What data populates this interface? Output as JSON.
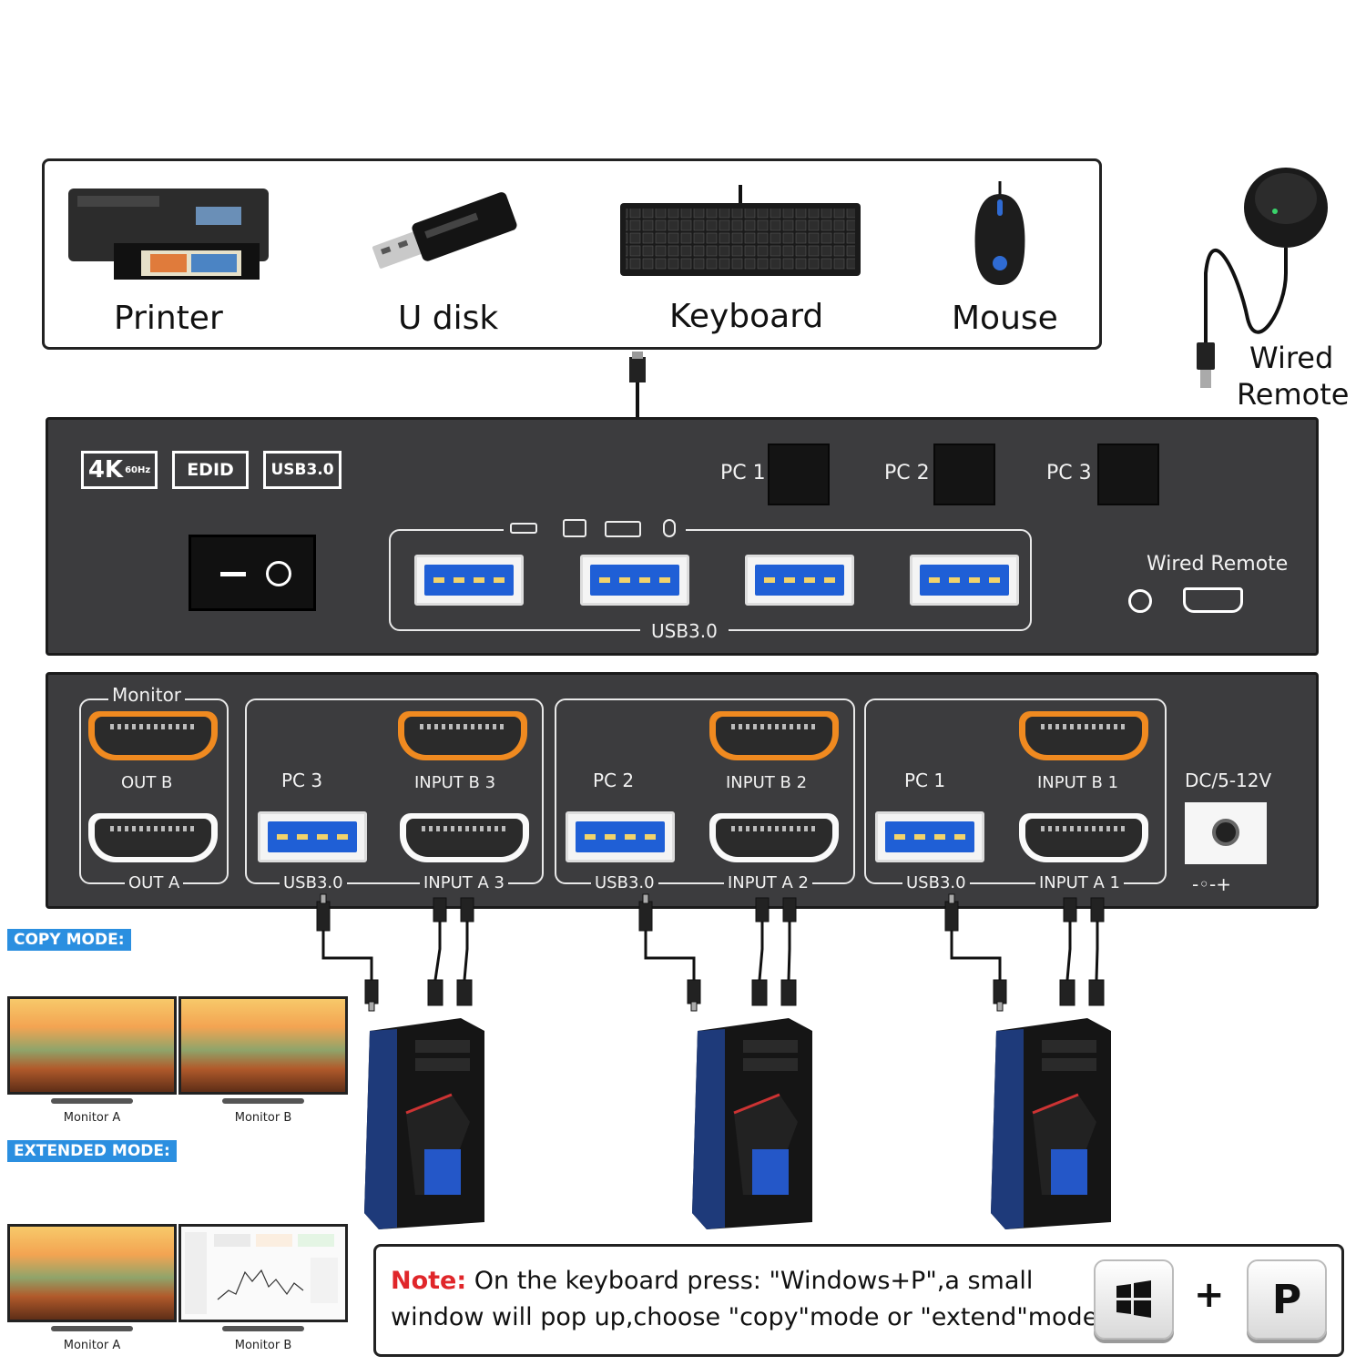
{
  "peripherals": {
    "printer": "Printer",
    "udisk": "U disk",
    "keyboard": "Keyboard",
    "mouse": "Mouse"
  },
  "remote": {
    "label_line1": "Wired",
    "label_line2": "Remote"
  },
  "front_panel": {
    "badge_4k": "4K",
    "badge_60hz": "60Hz",
    "badge_edid": "EDID",
    "badge_usb": "USB3.0",
    "pc1": "PC 1",
    "pc2": "PC 2",
    "pc3": "PC 3",
    "usb_label": "USB3.0",
    "wired_remote": "Wired Remote"
  },
  "back_panel": {
    "monitor": "Monitor",
    "out_b": "OUT B",
    "out_a": "OUT A",
    "pc3": "PC 3",
    "pc2": "PC 2",
    "pc1": "PC 1",
    "input_b3": "INPUT B 3",
    "input_b2": "INPUT B 2",
    "input_b1": "INPUT B 1",
    "input_a3": "INPUT A 3",
    "input_a2": "INPUT A 2",
    "input_a1": "INPUT A 1",
    "usb3_1": "USB3.0",
    "usb3_2": "USB3.0",
    "usb3_3": "USB3.0",
    "dc": "DC/5-12V",
    "polarity": "-◦-+"
  },
  "modes": {
    "copy": "COPY MODE:",
    "extended": "EXTENDED MODE:",
    "copy_monitor_a": "Monitor A",
    "copy_monitor_b": "Monitor B",
    "ext_monitor_a": "Monitor A",
    "ext_monitor_b": "Monitor B"
  },
  "note": {
    "label": "Note:",
    "line1": " On the keyboard press: \"Windows+P\",a small",
    "line2": "window will pop up,choose \"copy\"mode or \"extend\"mode",
    "plus": "+",
    "key_p": "P"
  },
  "colors": {
    "accent_blue": "#2b8fe0",
    "note_red": "#e0262a",
    "hdmi_orange": "#f08a20",
    "panel": "#3c3c3e"
  }
}
